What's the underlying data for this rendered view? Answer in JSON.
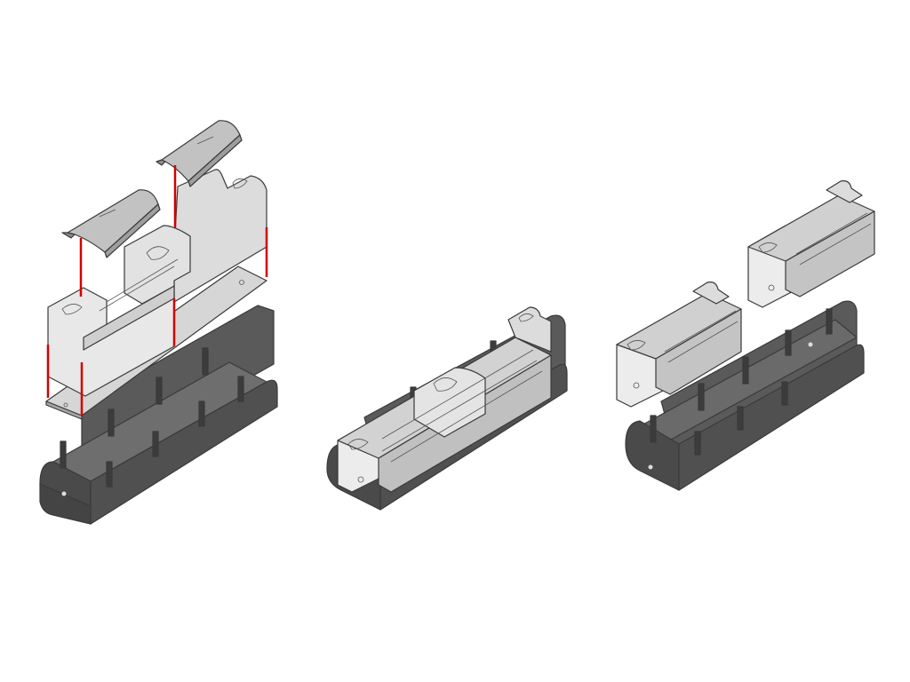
{
  "colors": {
    "background": "#ffffff",
    "tray_top": "#5c5c5c",
    "tray_side": "#4a4a4a",
    "tray_floor": "#6a6a6a",
    "tray_dark": "#3c3c3c",
    "module_light": "#e6e6e6",
    "module_mid": "#cfcfcf",
    "module_dark": "#b4b4b4",
    "lid_top": "#bdbdbd",
    "lid_side": "#9a9a9a",
    "guide_line": "#d40000",
    "outline": "#3a3a3a"
  },
  "views": [
    {
      "id": "exploded",
      "icon": "exploded-assembly-icon"
    },
    {
      "id": "assembled",
      "icon": "assembled-housing-icon"
    },
    {
      "id": "partial",
      "icon": "partially-assembled-icon"
    }
  ]
}
